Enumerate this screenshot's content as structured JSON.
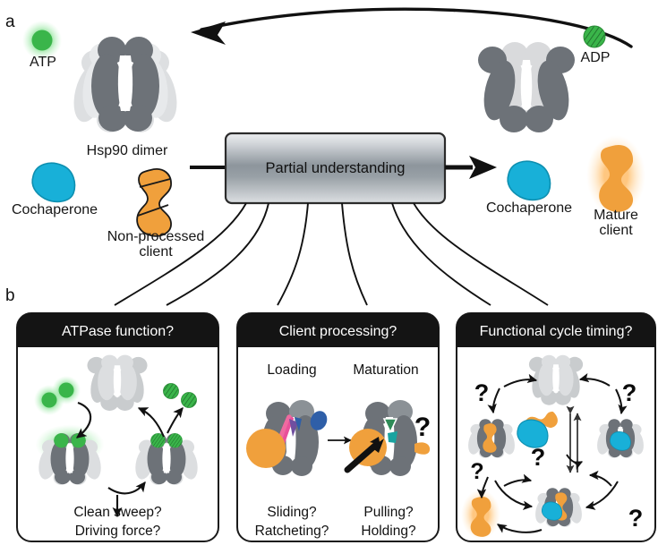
{
  "figure": {
    "panels": [
      {
        "letter": "a"
      },
      {
        "letter": "b"
      }
    ]
  },
  "panel_a": {
    "left_state": {
      "nucleotide_label": "ATP",
      "nucleotide_color": "#3ab54a",
      "nucleotide_glow": true,
      "dimer_label": "Hsp90 dimer",
      "dimer_color": "#6d7278",
      "dimer_ghost_color": "#d5d7d9",
      "cochaperone_label": "Cochaperone",
      "cochaperone_color": "#18b0d8",
      "client_label_line1": "Non-processed",
      "client_label_line2": "client",
      "client_color": "#f0a03c",
      "client_striped": true
    },
    "center_box": {
      "label": "Partial understanding",
      "fill_top": "#e8eaec",
      "fill_mid": "#8f979e",
      "fill_bottom": "#d8dbde",
      "border": "#2b2b2b"
    },
    "right_state": {
      "nucleotide_label": "ADP",
      "nucleotide_color": "#3ab54a",
      "nucleotide_hatched": true,
      "cochaperone_label": "Cochaperone",
      "cochaperone_color": "#18b0d8",
      "client_label_line1": "Mature",
      "client_label_line2": "client",
      "client_color": "#f0a03c",
      "client_glow": true
    },
    "arrows": {
      "in_arrow": "left-to-box",
      "out_arrow": "box-to-right",
      "recycle_arrow": "right-to-left-curved-top"
    }
  },
  "panel_b": {
    "boxes": [
      {
        "id": "atpase",
        "header": "ATPase function?",
        "header_bg": "#141414",
        "header_fg": "#ffffff",
        "footer_line1": "Clean sweep?",
        "footer_line2": "Driving force?",
        "states": [
          "open-apo",
          "closed-ATP",
          "closed-ADP"
        ],
        "nucleotide_in": "ATP",
        "nucleotide_out": "ADP"
      },
      {
        "id": "client-processing",
        "header": "Client processing?",
        "header_bg": "#141414",
        "header_fg": "#ffffff",
        "sub_left": "Loading",
        "sub_right": "Maturation",
        "footer_left_line1": "Sliding?",
        "footer_left_line2": "Ratcheting?",
        "footer_right_line1": "Pulling?",
        "footer_right_line2": "Holding?",
        "question_mark": "?"
      },
      {
        "id": "cycle-timing",
        "header": "Functional cycle timing?",
        "header_bg": "#141414",
        "header_fg": "#ffffff",
        "question_marks": [
          "?",
          "?",
          "?",
          "?",
          "?"
        ]
      }
    ]
  },
  "colors": {
    "green": "#3ab54a",
    "green_dark": "#2a8c37",
    "orange": "#f0a03c",
    "orange_dark": "#c97d1d",
    "cyan": "#18b0d8",
    "cyan_dark": "#0e8fb0",
    "gray_dark": "#6d7278",
    "gray_mid": "#9aa0a6",
    "gray_light": "#d5d7d9",
    "gray_ghost": "#e2e4e6",
    "pink": "#ef6aa0",
    "magenta": "#e8509a",
    "blue": "#2f5fa8",
    "purple": "#6f4fa0",
    "teal": "#1aa3a0",
    "green_tri": "#2e8b57",
    "black": "#111111",
    "white": "#ffffff"
  }
}
